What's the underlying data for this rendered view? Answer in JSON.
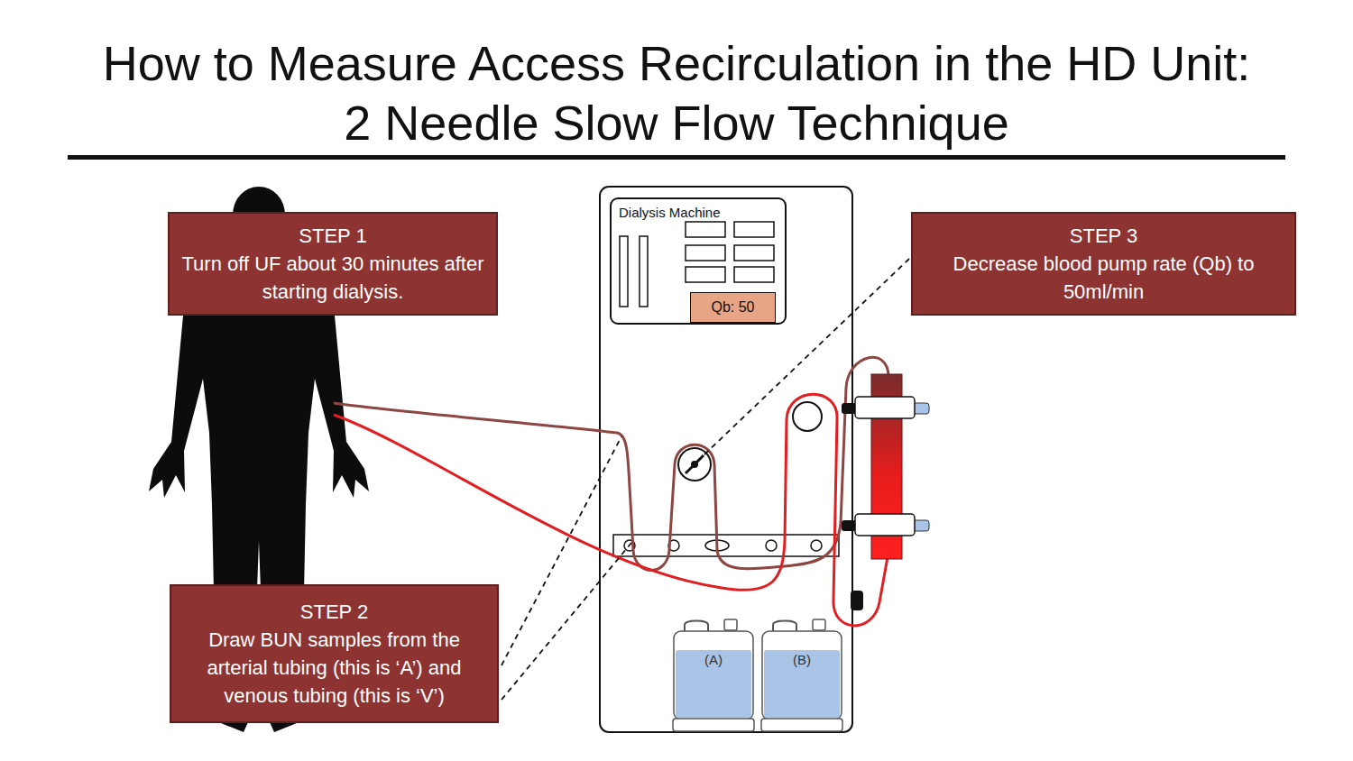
{
  "diagram": {
    "title": "How to Measure Access Recirculation in the HD Unit: 2 Needle Slow Flow Technique",
    "nodes": [
      {
        "text": [
          "STEP 1",
          "Turn off UF about 30 minutes after starting dialysis."
        ]
      },
      {
        "text": [
          "Dialysis Machine"
        ]
      },
      {
        "text": [
          "Qb: 50"
        ],
        "in": 1
      },
      {
        "text": [
          "STEP 3",
          "Decrease blood pump rate (Qb) to 50ml/min"
        ]
      },
      {
        "text": [
          "STEP 2",
          "Draw BUN samples from the arterial tubing (this is ‘A’) and venous tubing (this is ‘V’)"
        ]
      },
      {
        "text": [
          "(A)"
        ]
      },
      {
        "text": [
          "(B)"
        ]
      }
    ]
  }
}
